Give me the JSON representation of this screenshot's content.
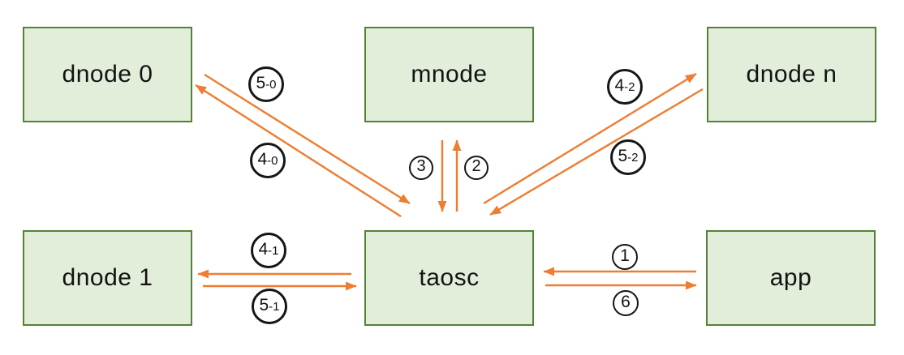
{
  "diagram": {
    "description": "Cluster message-flow diagram between app, taosc, mnode and dnodes",
    "colors": {
      "background": "#ffffff",
      "node_fill": "#e3eeda",
      "node_border": "#538135",
      "arrow": "#ed7d31",
      "label_circle_border": "#161616",
      "text": "#131313"
    },
    "nodes": [
      {
        "label": "dnode 0"
      },
      {
        "label": "mnode"
      },
      {
        "label": "dnode n"
      },
      {
        "label": "dnode 1"
      },
      {
        "label": "taosc"
      },
      {
        "label": "app"
      }
    ],
    "edges": [
      {
        "label": "5-0",
        "from": "dnode 0",
        "to": "taosc"
      },
      {
        "label": "4-0",
        "from": "taosc",
        "to": "dnode 0"
      },
      {
        "label": "3",
        "from": "mnode",
        "to": "taosc"
      },
      {
        "label": "2",
        "from": "taosc",
        "to": "mnode"
      },
      {
        "label": "4-2",
        "from": "taosc",
        "to": "dnode n"
      },
      {
        "label": "5-2",
        "from": "dnode n",
        "to": "taosc"
      },
      {
        "label": "4-1",
        "from": "taosc",
        "to": "dnode 1"
      },
      {
        "label": "5-1",
        "from": "dnode 1",
        "to": "taosc"
      },
      {
        "label": "1",
        "from": "app",
        "to": "taosc"
      },
      {
        "label": "6",
        "from": "taosc",
        "to": "app"
      }
    ]
  }
}
